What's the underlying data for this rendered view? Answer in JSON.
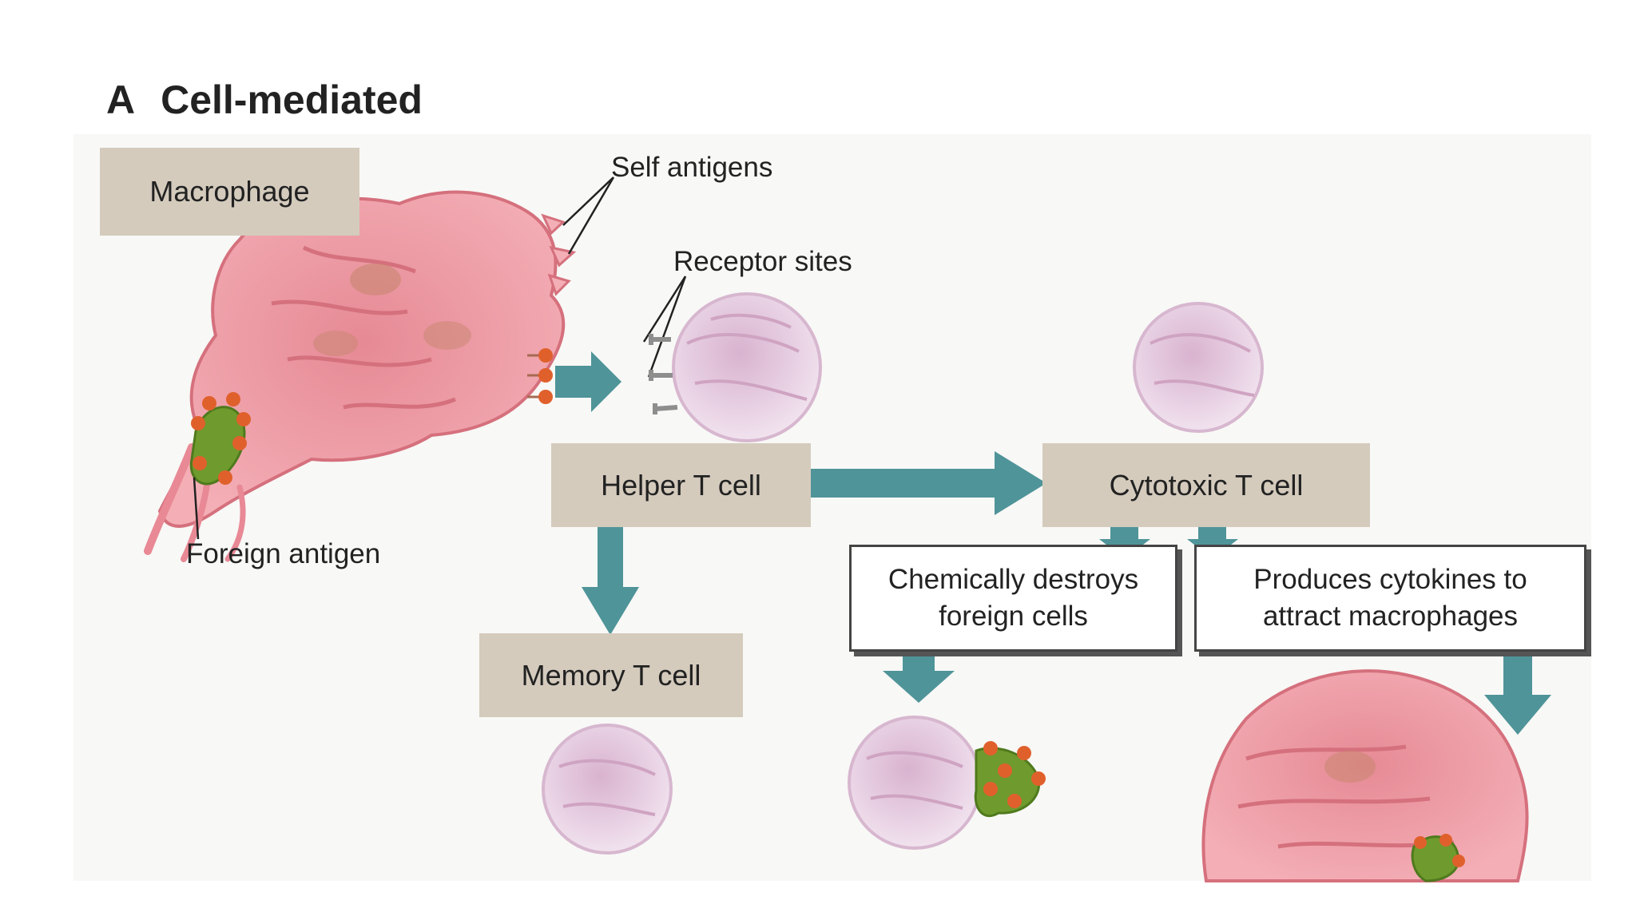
{
  "panel": {
    "letter": "A",
    "title": "Cell-mediated"
  },
  "labels": {
    "macrophage": "Macrophage",
    "helper_t_cell": "Helper T cell",
    "cytotoxic_t_cell": "Cytotoxic T cell",
    "memory_t_cell": "Memory T cell"
  },
  "annotations": {
    "self_antigens": "Self antigens",
    "receptor_sites": "Receptor sites",
    "foreign_antigen": "Foreign antigen"
  },
  "callouts": {
    "destroys_line1": "Chemically destroys",
    "destroys_line2": "foreign cells",
    "cytokines_line1": "Produces cytokines to",
    "cytokines_line2": "attract macrophages"
  },
  "colors": {
    "arrow": "#4f9499",
    "label_box": "#d4cbbd",
    "macrophage": "#ef9aa4",
    "t_cell": "#e7cfe2",
    "antigen_dot": "#e0602c",
    "foreign_cell": "#6f9a2d"
  }
}
